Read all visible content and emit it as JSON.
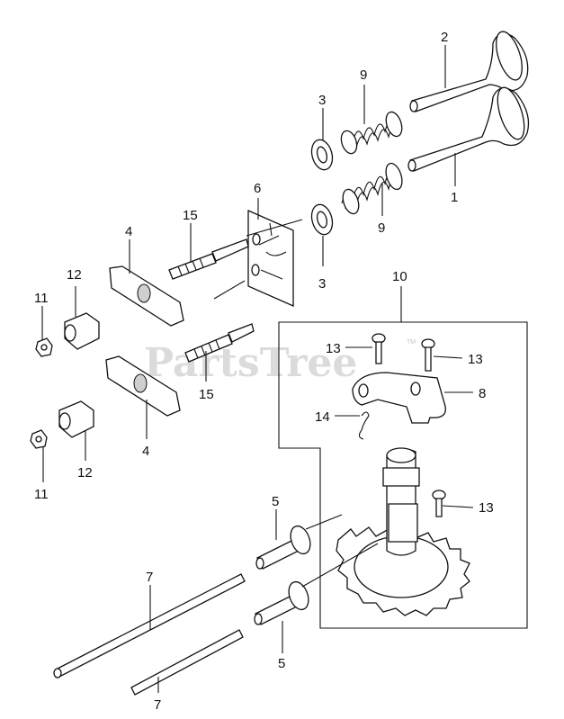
{
  "diagram": {
    "watermark": "PartsTree",
    "watermark_tm": "TM",
    "callouts": [
      "1",
      "2",
      "3",
      "3",
      "4",
      "4",
      "5",
      "5",
      "6",
      "7",
      "7",
      "8",
      "9",
      "9",
      "10",
      "11",
      "11",
      "12",
      "12",
      "13",
      "13",
      "13",
      "14",
      "15",
      "15"
    ]
  }
}
